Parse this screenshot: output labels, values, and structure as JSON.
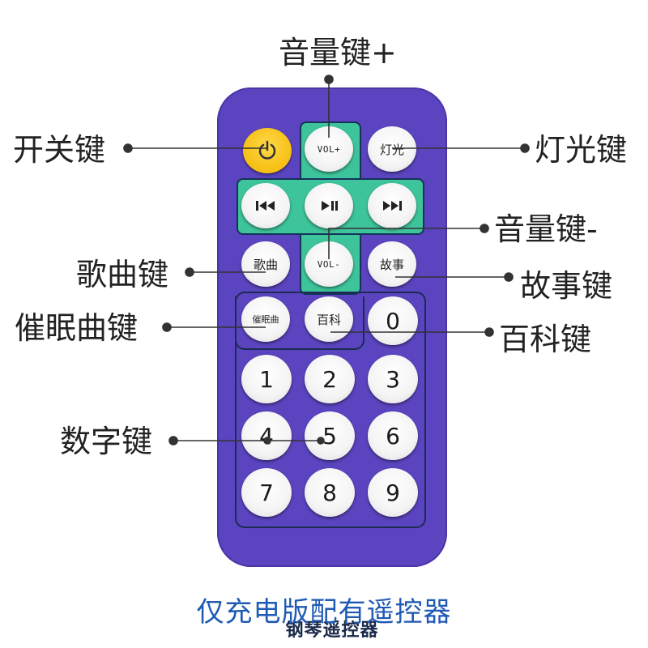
{
  "callouts": {
    "vol_up": "音量键+",
    "power": "开关键",
    "light": "灯光键",
    "vol_down": "音量键-",
    "song": "歌曲键",
    "story": "故事键",
    "lullaby": "催眠曲键",
    "encyclopedia": "百科键",
    "number": "数字键"
  },
  "buttons": {
    "vol_up": "VOL+",
    "light": "灯光",
    "vol_down": "VOL-",
    "song": "歌曲",
    "story": "故事",
    "lullaby": "催眠曲",
    "encyclopedia": "百科",
    "prev_icon": "previous-track-icon",
    "play_pause_icon": "play-pause-icon",
    "next_icon": "next-track-icon",
    "power_icon": "power-icon"
  },
  "numbers": [
    "0",
    "1",
    "2",
    "3",
    "4",
    "5",
    "6",
    "7",
    "8",
    "9"
  ],
  "remote_label": "钢琴遥控器",
  "caption": "仅充电版配有遥控器",
  "colors": {
    "remote_body": "#5b44bf",
    "dpad_green": "#3ec49a",
    "power_yellow": "#f6bf12",
    "caption_blue": "#1f5ab4"
  }
}
